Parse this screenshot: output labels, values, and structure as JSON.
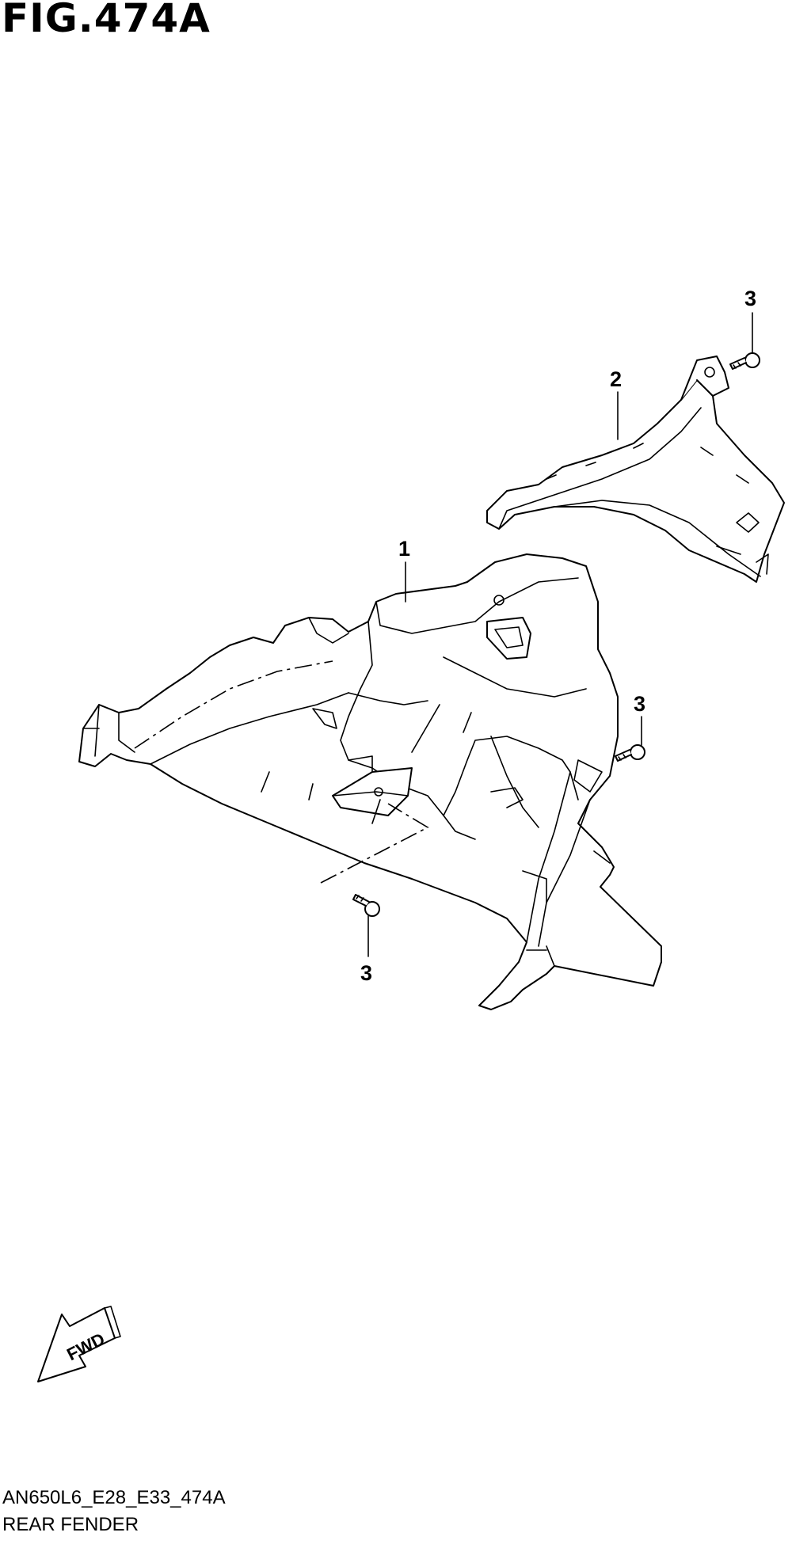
{
  "figure": {
    "title": "FIG.474A"
  },
  "callouts": [
    {
      "id": "1",
      "label": "1"
    },
    {
      "id": "2",
      "label": "2"
    },
    {
      "id": "3a",
      "label": "3"
    },
    {
      "id": "3b",
      "label": "3"
    },
    {
      "id": "3c",
      "label": "3"
    }
  ],
  "fwd_arrow": {
    "label": "FWD"
  },
  "footer": {
    "code": "AN650L6_E28_E33_474A",
    "name": "REAR FENDER"
  }
}
